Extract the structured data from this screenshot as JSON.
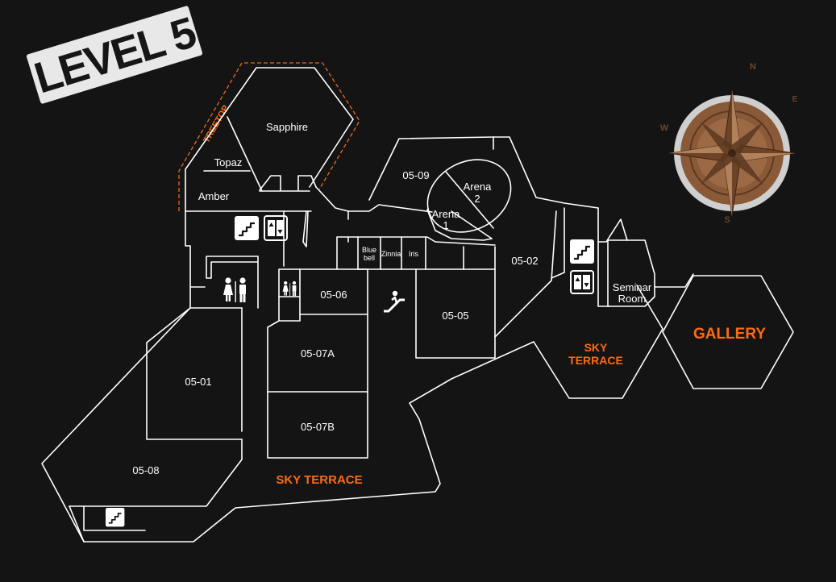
{
  "level_title": "LEVEL 5",
  "wings": {
    "treetop": "TREETOP",
    "sky_terrace_main": "SKY TERRACE",
    "sky_terrace_east_1": "SKY",
    "sky_terrace_east_2": "TERRACE",
    "gallery": "GALLERY"
  },
  "rooms": {
    "sapphire": "Sapphire",
    "topaz": "Topaz",
    "amber": "Amber",
    "r0509": "05-09",
    "arena2_a": "Arena",
    "arena2_b": "2",
    "arena1_a": "Arena",
    "arena1_b": "1",
    "bluebell_a": "Blue",
    "bluebell_b": "bell",
    "zinnia": "Zinnia",
    "iris": "Iris",
    "r0502": "05-02",
    "r0506": "05-06",
    "r0505": "05-05",
    "r0507a": "05-07A",
    "r0507b": "05-07B",
    "r0501": "05-01",
    "r0508": "05-08",
    "seminar_a": "Seminar",
    "seminar_b": "Room"
  },
  "compass_letters": {
    "n": "N",
    "e": "E",
    "s": "S",
    "w": "W"
  },
  "icons": [
    "stairs-icon",
    "lift-icon",
    "restroom-icon",
    "escalator-icon",
    "compass-rose-icon"
  ],
  "colors": {
    "background": "#141414",
    "walls": "#ffffff",
    "accent": "#ff6a13",
    "compass_wood": "#8a5a38"
  }
}
